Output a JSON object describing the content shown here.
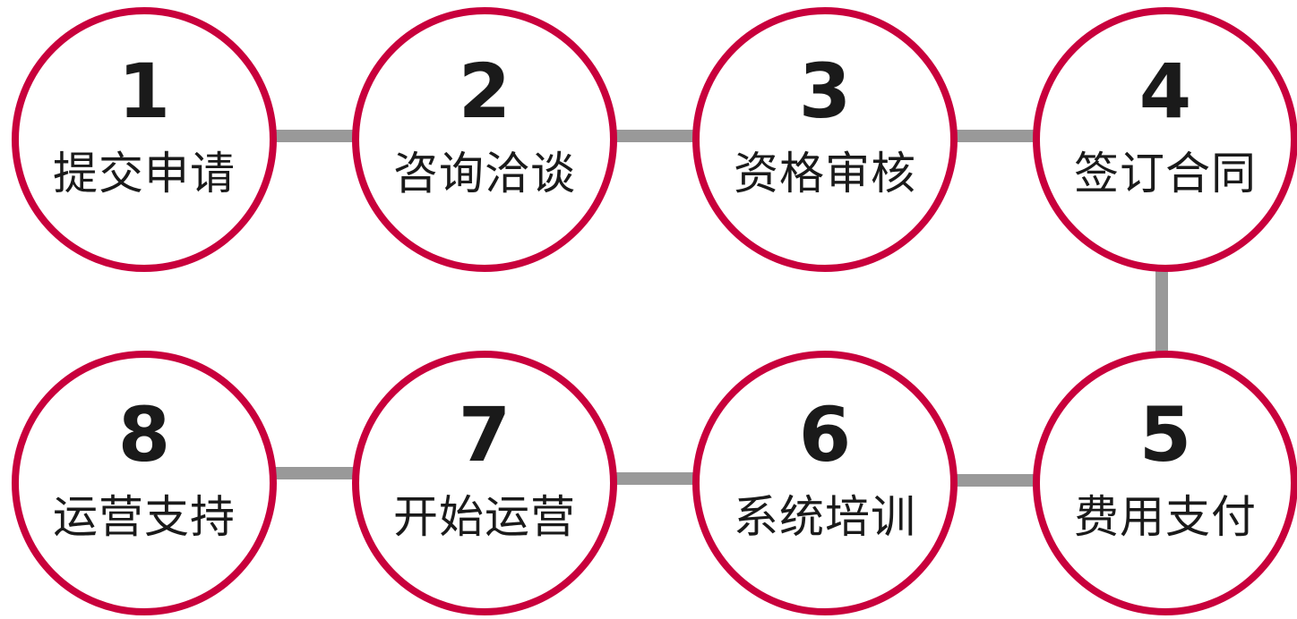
{
  "steps": [
    {
      "number": "1",
      "label": "提交申请"
    },
    {
      "number": "2",
      "label": "咨询洽谈"
    },
    {
      "number": "3",
      "label": "资格审核"
    },
    {
      "number": "4",
      "label": "签订合同"
    },
    {
      "number": "5",
      "label": "费用支付"
    },
    {
      "number": "6",
      "label": "系统培训"
    },
    {
      "number": "7",
      "label": "开始运营"
    },
    {
      "number": "8",
      "label": "运营支持"
    }
  ],
  "colors": {
    "accent": "#c8003c",
    "connector": "#999999",
    "text": "#1a1a1a"
  }
}
